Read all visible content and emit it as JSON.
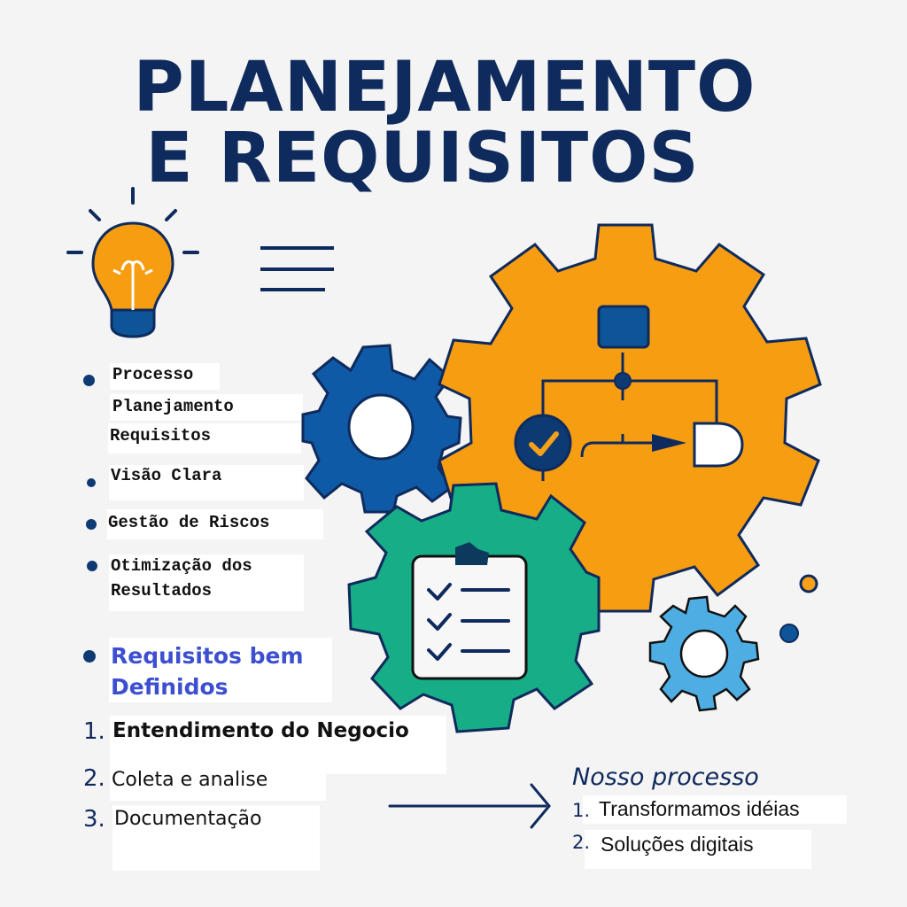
{
  "title": {
    "line1": "PLANEJAMENTO",
    "line2": "E REQUISITOS"
  },
  "colors": {
    "navy": "#0f2a5c",
    "orange": "#f7a01a",
    "green": "#17ad87",
    "blue": "#0f5aa6",
    "light_blue": "#4eaee3",
    "heading_blue": "#3d4fd1",
    "background": "#f4f4f4"
  },
  "icons": {
    "lightbulb": "lightbulb-icon",
    "text_lines": "menu-lines-icon",
    "flowchart_gear": "orange-gear-flowchart-icon",
    "blue_gear": "blue-gear-icon",
    "checklist_gear": "green-gear-checklist-icon",
    "small_gear": "light-blue-gear-icon",
    "arrow": "arrow-right-icon"
  },
  "bullets": [
    {
      "lines": [
        "Processo",
        "Planejamento",
        "Requisitos"
      ]
    },
    {
      "lines": [
        "Visão Clara"
      ]
    },
    {
      "lines": [
        "Gestão de Riscos"
      ]
    },
    {
      "lines": [
        "Otimização dos",
        "Resultados"
      ]
    }
  ],
  "requirements": {
    "heading_line1": "Requisitos bem",
    "heading_line2": "Definidos",
    "items": [
      {
        "number": "1.",
        "label": "Entendimento do Negocio"
      },
      {
        "number": "2.",
        "label": "Coleta e analise"
      },
      {
        "number": "3.",
        "label": "Documentação"
      }
    ]
  },
  "process": {
    "heading": "Nosso processo",
    "items": [
      {
        "number": "1.",
        "label": "Transformamos idéias"
      },
      {
        "number": "2.",
        "label": "Soluções digitais"
      }
    ]
  }
}
